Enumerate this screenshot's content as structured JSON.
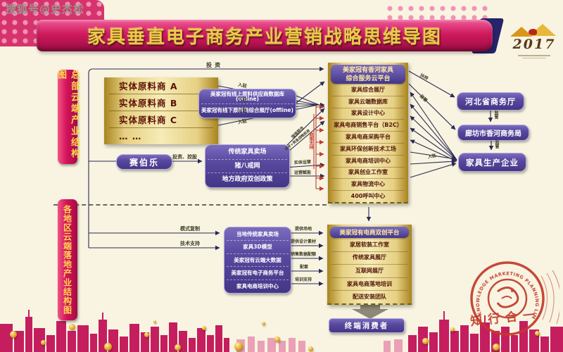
{
  "watermark": "搜狐号@史杰松",
  "banner": {
    "title": "家具垂直电子商务产业营销战略思维导图"
  },
  "logo": {
    "year": "2017"
  },
  "sidebar": {
    "top": "总部云端产业结构图",
    "bottom": "各地区云端落地产业结构图"
  },
  "suppliers": {
    "rows": [
      "实体原料商 A",
      "实体原料商 B",
      "实体原料商 C",
      "…  …"
    ]
  },
  "supply_db": {
    "rows": [
      "美家冠有线上原料供应商数据库(online)",
      "美家冠有线下原料商综合展厅(offline)"
    ]
  },
  "cybernaut": {
    "name": "赛伯乐"
  },
  "partners": {
    "rows": [
      "传统家具卖场",
      "猪八戒网",
      "地方政府双创政策"
    ]
  },
  "platform": {
    "title_line1": "美家冠有香河家具",
    "title_line2": "综合服务云平台",
    "rows": [
      "家具综合展厅",
      "家具云端数据库",
      "家具设计中心",
      "家具电商销售平台（B2C）",
      "家具电商采购平台",
      "家具环保创新技术工场",
      "家具电商培训中心",
      "家具创业工作室",
      "家具物流中心",
      "400呼叫中心"
    ]
  },
  "government": {
    "hebei": "河北省商务厅",
    "langfang": "廊坊市香河商务局",
    "enterprise": "家具生产企业"
  },
  "labels": {
    "enter": "入驻",
    "invest": "投资",
    "invest_control": "投资、控股",
    "supervise": "监管",
    "support": "扶持",
    "policy_support": "政策支持",
    "coop": "强强联合",
    "strategic_invest": "技术+资金战略投资",
    "entity_operate": "实体运营",
    "operate_empower": "运营赋能",
    "model_copy": "模式复制",
    "tech_support": "技术支持"
  },
  "regional": {
    "rows": [
      "当地传统家具卖场",
      "家具3D模型",
      "美家冠有云端大数据",
      "美家冠有电子商务平台",
      "家具电商培训中心"
    ],
    "arrow_labels": [
      "提供场地",
      "提供设计素材",
      "销售数据配额",
      "配套",
      "培训支持"
    ],
    "platform_title": "美家冠有电商双创平台",
    "platform_rows": [
      "家居软装工作室",
      "传统家具展厅",
      "互联网展厅",
      "家具电商落地培训",
      "配送安装团队"
    ],
    "consumer": "终端消费者"
  },
  "stamp": {
    "ring_text": "KNOWLEDGE MARKETING PLANNING LIMITED",
    "motto": "知行合一"
  },
  "colors": {
    "crimson": "#c9134f",
    "purple": "#4a3c90",
    "gold": "#e6c23a",
    "navy_line": "#2a2a55",
    "red_line": "#c23b2e"
  }
}
